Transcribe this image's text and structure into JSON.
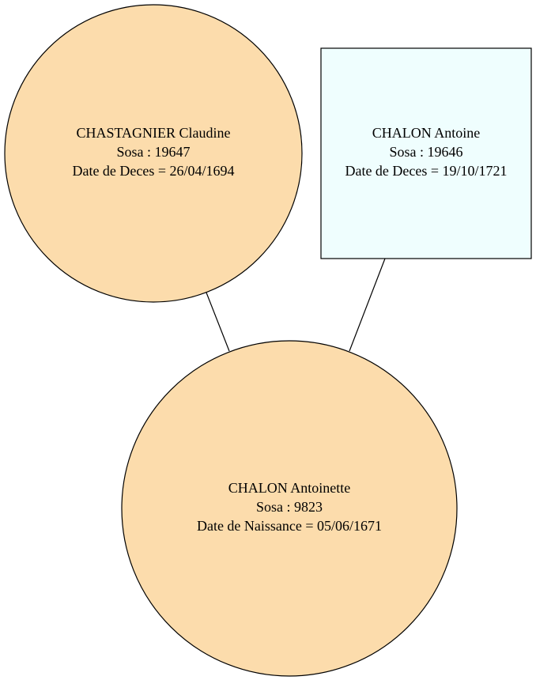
{
  "colors": {
    "female": "#fcdcac",
    "male": "#effefe",
    "stroke": "#000000",
    "background": "#ffffff"
  },
  "nodes": {
    "mother": {
      "shape": "circle",
      "name": "CHASTAGNIER Claudine",
      "sosa": "Sosa : 19647",
      "event": "Date de Deces = 26/04/1694"
    },
    "father": {
      "shape": "box",
      "name": "CHALON Antoine",
      "sosa": "Sosa : 19646",
      "event": "Date de Deces = 19/10/1721"
    },
    "child": {
      "shape": "circle",
      "name": "CHALON Antoinette",
      "sosa": "Sosa : 9823",
      "event": "Date de Naissance = 05/06/1671"
    }
  },
  "edges": [
    {
      "from": "mother",
      "to": "child"
    },
    {
      "from": "father",
      "to": "child"
    }
  ]
}
